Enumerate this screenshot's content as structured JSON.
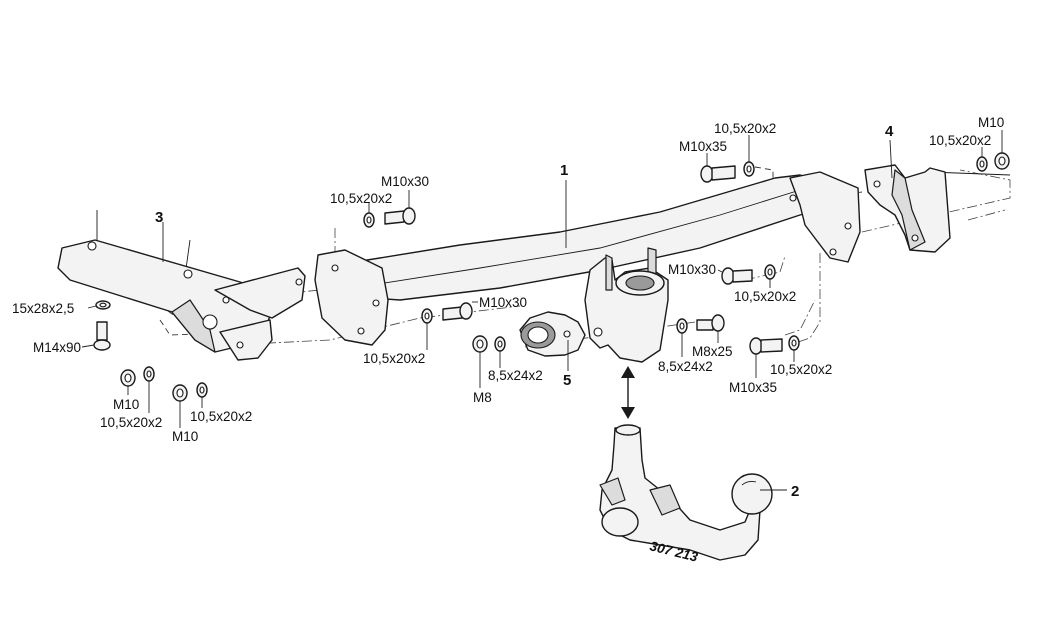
{
  "part_numbers": {
    "p1": "1",
    "p2": "2",
    "p3": "3",
    "p4": "4",
    "p5": "5"
  },
  "ball_marking": "307 213",
  "labels": {
    "washer_15x28": "15x28x2,5",
    "bolt_m14x90": "M14x90",
    "nut_m10_left_a": "M10",
    "washer_left_a": "10,5x20x2",
    "nut_m10_left_b": "M10",
    "washer_left_b": "10,5x20x2",
    "washer_left_top": "10,5x20x2",
    "bolt_left_top": "M10x30",
    "washer_mid_bottom": "10,5x20x2",
    "bolt_mid_bottom": "M10x30",
    "nut_m8": "M8",
    "washer_8_left": "8,5x24x2",
    "washer_8_right": "8,5x24x2",
    "bolt_m8x25": "M8x25",
    "bolt_right_mid": "M10x30",
    "washer_right_mid": "10,5x20x2",
    "bolt_right_low": "M10x35",
    "washer_right_low": "10,5x20x2",
    "bolt_right_top": "M10x35",
    "washer_right_top": "10,5x20x2",
    "nut_m10_far_right": "M10",
    "washer_far_right": "10,5x20x2"
  }
}
